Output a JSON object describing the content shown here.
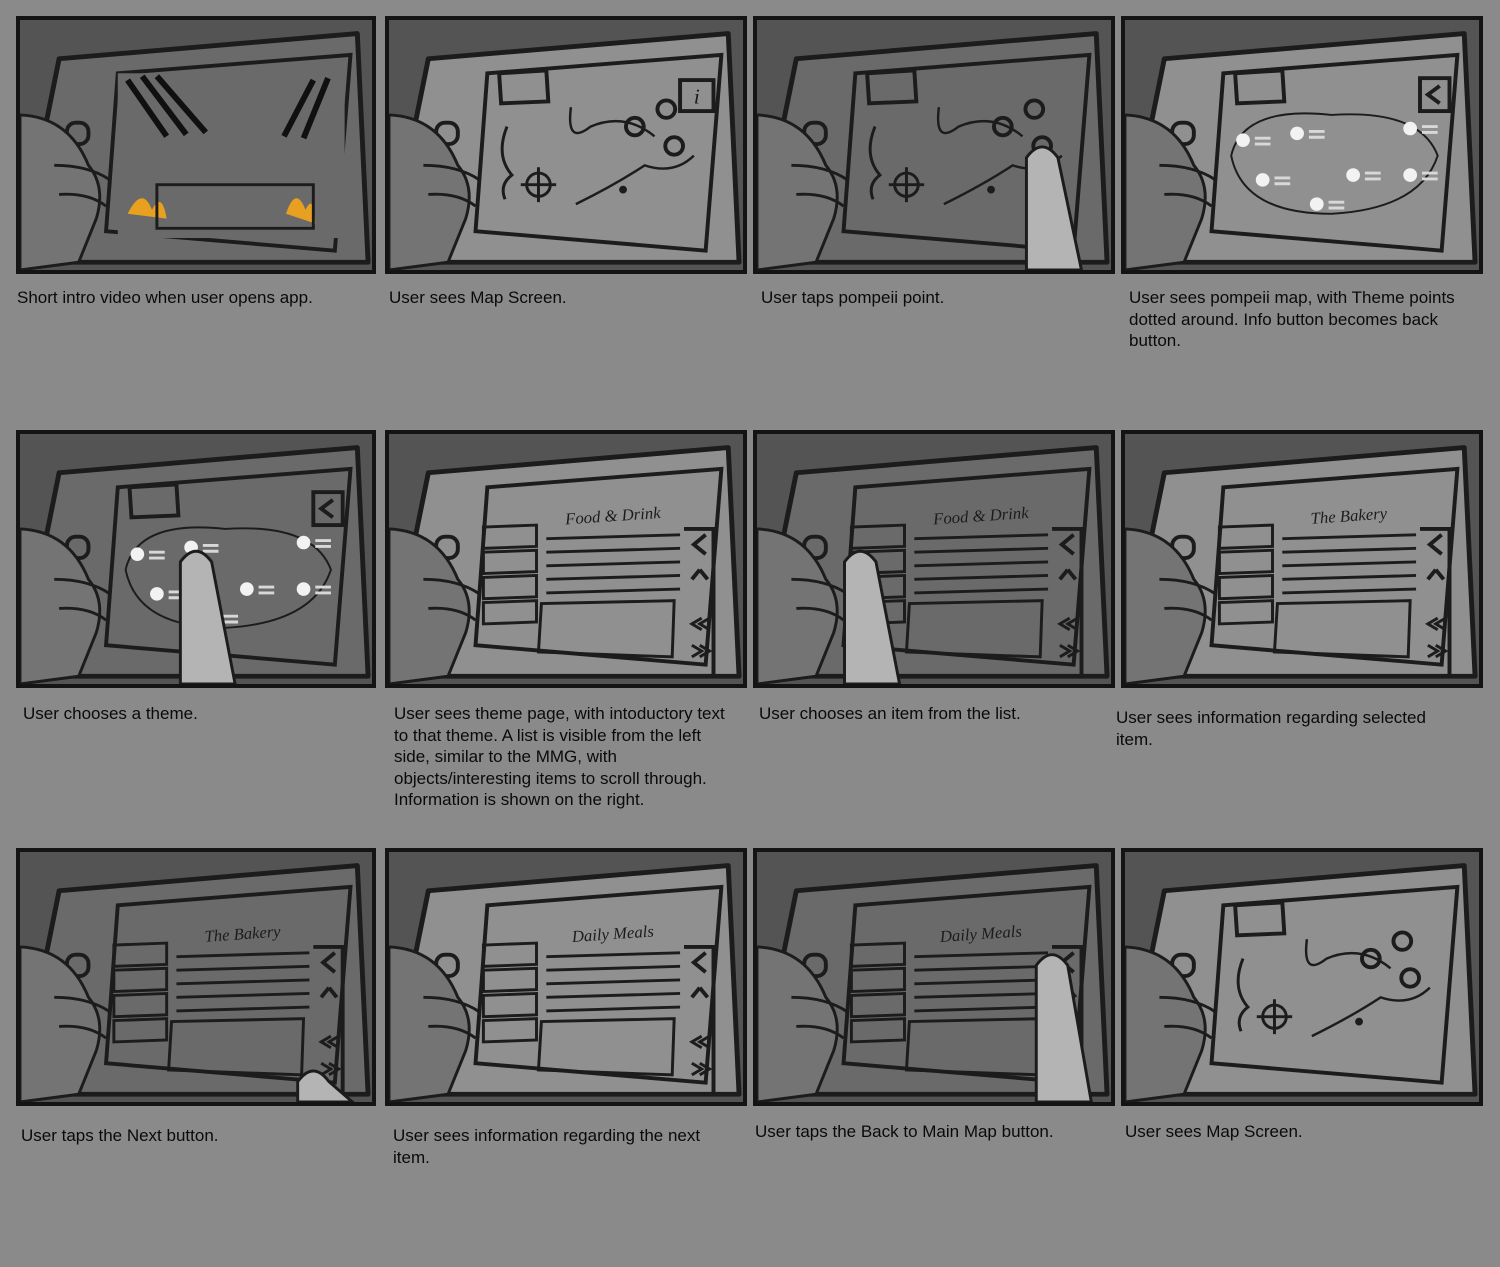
{
  "storyboard": {
    "panels": [
      {
        "caption": "Short intro video when user opens app.",
        "scene": "intro",
        "theme_title": ""
      },
      {
        "caption": "User sees Map Screen.",
        "scene": "map",
        "theme_title": ""
      },
      {
        "caption": "User taps pompeii point.",
        "scene": "map-tap",
        "theme_title": ""
      },
      {
        "caption": "User sees pompeii map, with Theme points\ndotted around. Info button becomes back\nbutton.",
        "scene": "pompeii",
        "theme_title": ""
      },
      {
        "caption": "User chooses a theme.",
        "scene": "pompeii-tap",
        "theme_title": ""
      },
      {
        "caption": "User sees theme page, with intoductory text\nto that theme. A list is visible from the left\nside, similar to the MMG, with\nobjects/interesting items to scroll through.\nInformation is shown on the right.",
        "scene": "theme",
        "theme_title": "Food & Drink"
      },
      {
        "caption": "User chooses an item from the list.",
        "scene": "theme-tap",
        "theme_title": "Food & Drink"
      },
      {
        "caption": "User sees information regarding selected\nitem.",
        "scene": "item",
        "theme_title": "The Bakery"
      },
      {
        "caption": "User taps the Next button.",
        "scene": "item-next",
        "theme_title": "The Bakery"
      },
      {
        "caption": "User sees information regarding the next\nitem.",
        "scene": "item2",
        "theme_title": "Daily Meals"
      },
      {
        "caption": "User taps the Back to Main Map button.",
        "scene": "item2-back",
        "theme_title": "Daily Meals"
      },
      {
        "caption": "User sees Map Screen.",
        "scene": "map-end",
        "theme_title": ""
      }
    ],
    "colors": {
      "page_bg": "#8a8a8a",
      "frame": "#141414",
      "panel_bg": "#545454",
      "tablet": "#909090",
      "tablet_alt": "#6a6a6a",
      "hand": "#747474",
      "finger": "#b4b4b4",
      "ink": "#1c1c1c",
      "fire": "#e8a020"
    }
  }
}
